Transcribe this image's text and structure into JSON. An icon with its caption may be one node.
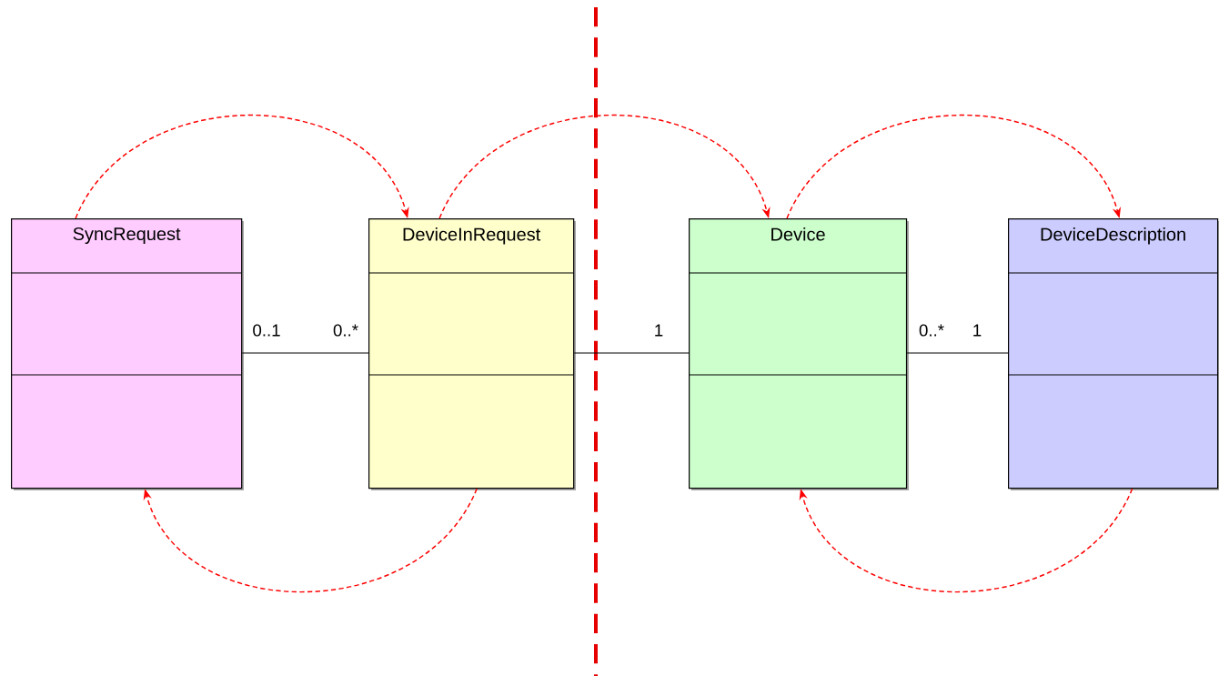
{
  "diagram": {
    "nodes": [
      {
        "text": [
          "SyncRequest"
        ]
      },
      {
        "text": [
          "DeviceInRequest"
        ]
      },
      {
        "text": [
          "Device"
        ]
      },
      {
        "text": [
          "DeviceDescription"
        ]
      }
    ],
    "edges": [
      {
        "from": 0,
        "to": 1,
        "arrow": "none",
        "color": "#000000"
      },
      {
        "from": 1,
        "to": 2,
        "arrow": "none",
        "color": "#000000"
      },
      {
        "from": 2,
        "to": 3,
        "arrow": "none",
        "color": "#000000"
      },
      {
        "from": 0,
        "to": 1,
        "arrow": "to",
        "style": "dashed",
        "color": "#ff0000"
      },
      {
        "from": 1,
        "to": 2,
        "arrow": "to",
        "style": "dashed",
        "color": "#ff0000"
      },
      {
        "from": 2,
        "to": 3,
        "arrow": "to",
        "style": "dashed",
        "color": "#ff0000"
      },
      {
        "from": 1,
        "to": 0,
        "arrow": "to",
        "style": "dashed",
        "color": "#ff0000"
      },
      {
        "from": 3,
        "to": 2,
        "arrow": "to",
        "style": "dashed",
        "color": "#ff0000"
      }
    ],
    "labels": [
      "0..1",
      "0..*",
      "1",
      "0..*",
      "1"
    ]
  }
}
